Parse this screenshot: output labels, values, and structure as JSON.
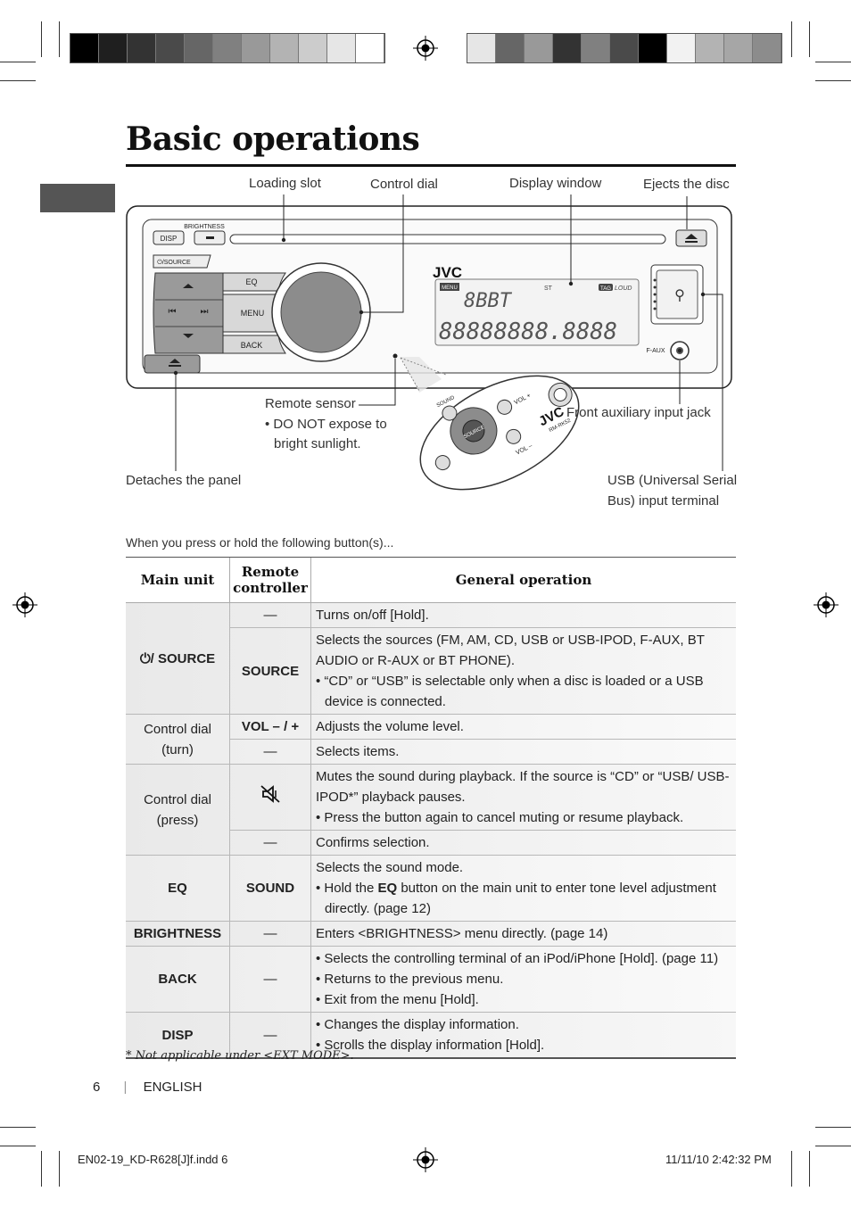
{
  "page": {
    "title": "Basic operations",
    "page_number": "6",
    "separator": "|",
    "language": "ENGLISH",
    "footnote": "* Not applicable under <EXT MODE>.",
    "file_slug": "EN02-19_KD-R628[J]f.indd   6",
    "timestamp_slug": "11/11/10   2:42:32 PM"
  },
  "diagram": {
    "callouts": {
      "loading_slot": "Loading slot",
      "control_dial": "Control dial",
      "display_window": "Display window",
      "ejects_disc": "Ejects the disc",
      "remote_sensor": "Remote sensor",
      "remote_sensor_note_1": "• DO NOT expose to",
      "remote_sensor_note_2": "bright sunlight.",
      "front_aux": "Front auxiliary input jack",
      "detaches_panel": "Detaches the panel",
      "usb_1": "USB (Universal Serial",
      "usb_2": "Bus) input terminal"
    },
    "unit_labels": {
      "brightness": "BRIGHTNESS",
      "disp": "DISP",
      "source": "⏻/SOURCE",
      "eq": "EQ",
      "menu": "MENU",
      "back": "BACK",
      "brand": "JVC",
      "faux": "F-AUX",
      "display_digits": "88888888.8888",
      "display_top": "8BBT",
      "st": "ST",
      "loud": "LOUD",
      "tag": "TAG",
      "menu_tag": "MENU"
    },
    "remote_labels": {
      "sound": "SOUND",
      "source": "SOURCE",
      "vol_plus": "VOL +",
      "vol_minus": "VOL –",
      "brand": "JVC",
      "model": "RM-RK52"
    }
  },
  "intro": "When you press or hold the following button(s)...",
  "table": {
    "headers": {
      "main_unit": "Main unit",
      "remote_1": "Remote",
      "remote_2": "controller",
      "general": "General operation"
    },
    "dash": "—",
    "source_main": "⏻/ SOURCE",
    "source_r1": "Turns on/off [Hold].",
    "source_rc2": "SOURCE",
    "source_r2_line": "Selects the sources (FM, AM, CD, USB or USB-IPOD, F-AUX, BT AUDIO or R-AUX or BT PHONE).",
    "source_r2_bullet": "• “CD” or “USB” is selectable only when a disc is loaded or a USB device is connected.",
    "dial_turn_main": "Control dial (turn)",
    "dial_turn_rc": "VOL – / +",
    "dial_turn_r1": "Adjusts the volume level.",
    "dial_turn_r2": "Selects items.",
    "dial_press_main": "Control dial (press)",
    "dial_press_r1_line": "Mutes the sound during playback. If the source is “CD” or “USB/ USB-IPOD*” playback pauses.",
    "dial_press_r1_bullet": "• Press the button again to cancel muting or resume playback.",
    "dial_press_r2": "Confirms selection.",
    "eq_main": "EQ",
    "eq_rc": "SOUND",
    "eq_line": "Selects the sound mode.",
    "eq_bullet_pre": "• Hold the ",
    "eq_bullet_bold": "EQ",
    "eq_bullet_post": " button on the main unit to enter tone level adjustment directly. (page 12)",
    "bright_main": "BRIGHTNESS",
    "bright_op": "Enters <BRIGHTNESS> menu directly. (page 14)",
    "back_main": "BACK",
    "back_b1": "• Selects the controlling terminal of an iPod/iPhone [Hold]. (page 11)",
    "back_b2": "• Returns to the previous menu.",
    "back_b3": "• Exit from the menu [Hold].",
    "disp_main": "DISP",
    "disp_b1": "• Changes the display information.",
    "disp_b2": "• Scrolls the display information [Hold]."
  },
  "colors": {
    "swatches_left": [
      "#000000",
      "#1f1f1f",
      "#333333",
      "#4a4a4a",
      "#666666",
      "#808080",
      "#999999",
      "#b3b3b3",
      "#cccccc",
      "#e6e6e6",
      "#ffffff"
    ],
    "swatches_right": [
      "#e6e6e6",
      "#666666",
      "#999999",
      "#333333",
      "#808080",
      "#4a4a4a",
      "#000000",
      "#f2f2f2",
      "#b3b3b3",
      "#a6a6a6",
      "#8c8c8c"
    ]
  }
}
